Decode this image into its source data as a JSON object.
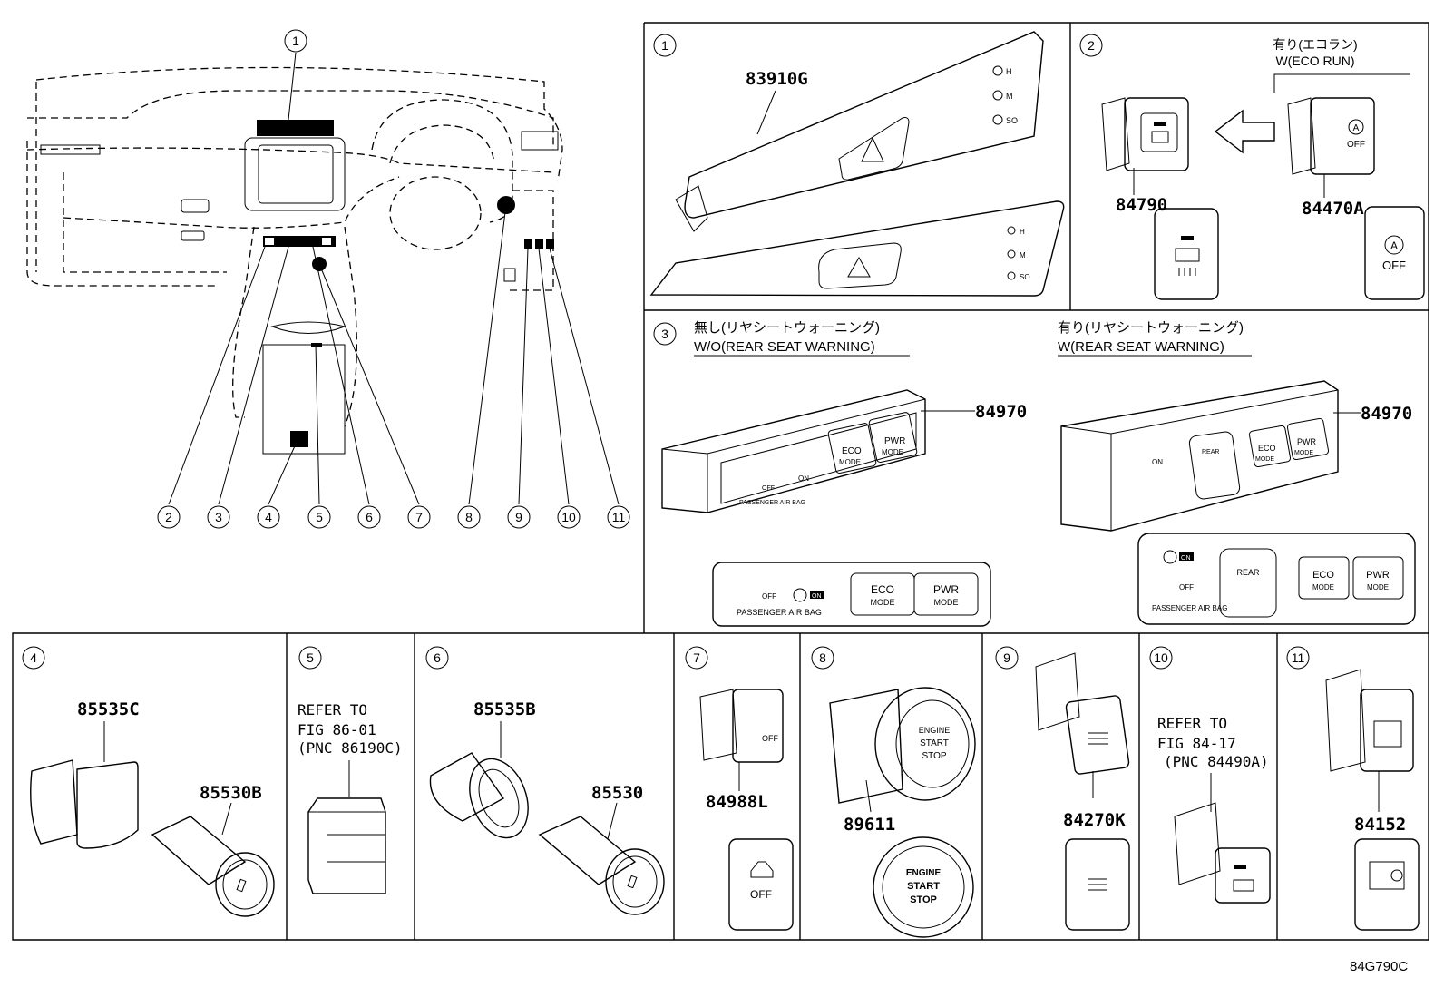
{
  "diagram_code": "84G790C",
  "overview_callouts": [
    "1",
    "2",
    "3",
    "4",
    "5",
    "6",
    "7",
    "8",
    "9",
    "10",
    "11"
  ],
  "panel1": {
    "num": "1",
    "part": "83910G",
    "indicators": [
      "H",
      "M",
      "SO"
    ],
    "indicators_bottom": [
      "H",
      "M",
      "SO"
    ]
  },
  "panel2": {
    "num": "2",
    "note_jp": "有り(エコラン)",
    "note_en": "W(ECO RUN)",
    "part_left": "84790",
    "part_right": "84470A",
    "off_label": "OFF",
    "a_label": "A"
  },
  "panel3": {
    "num": "3",
    "left_jp": "無し(リヤシートウォーニング)",
    "left_en": "W/O(REAR SEAT WARNING)",
    "right_jp": "有り(リヤシートウォーニング)",
    "right_en": "W(REAR SEAT WARNING)",
    "part_left": "84970",
    "part_right": "84970",
    "eco": "ECO",
    "mode": "MODE",
    "pwr": "PWR",
    "on": "ON",
    "off": "OFF",
    "passenger_airbag": "PASSENGER AIR BAG",
    "rear": "REAR"
  },
  "panel4": {
    "num": "4",
    "part_a": "85535C",
    "part_b": "85530B"
  },
  "panel5": {
    "num": "5",
    "refer": "REFER TO",
    "fig": "FIG 86-01",
    "pnc": "(PNC 86190C)"
  },
  "panel6": {
    "num": "6",
    "part_a": "85535B",
    "part_b": "85530"
  },
  "panel7": {
    "num": "7",
    "part": "84988L",
    "off": "OFF"
  },
  "panel8": {
    "num": "8",
    "part": "89611",
    "engine": "ENGINE",
    "start": "START",
    "stop": "STOP"
  },
  "panel9": {
    "num": "9",
    "part": "84270K"
  },
  "panel10": {
    "num": "10",
    "refer": "REFER TO",
    "fig": "FIG 84-17",
    "pnc": "(PNC 84490A)"
  },
  "panel11": {
    "num": "11",
    "part": "84152"
  }
}
